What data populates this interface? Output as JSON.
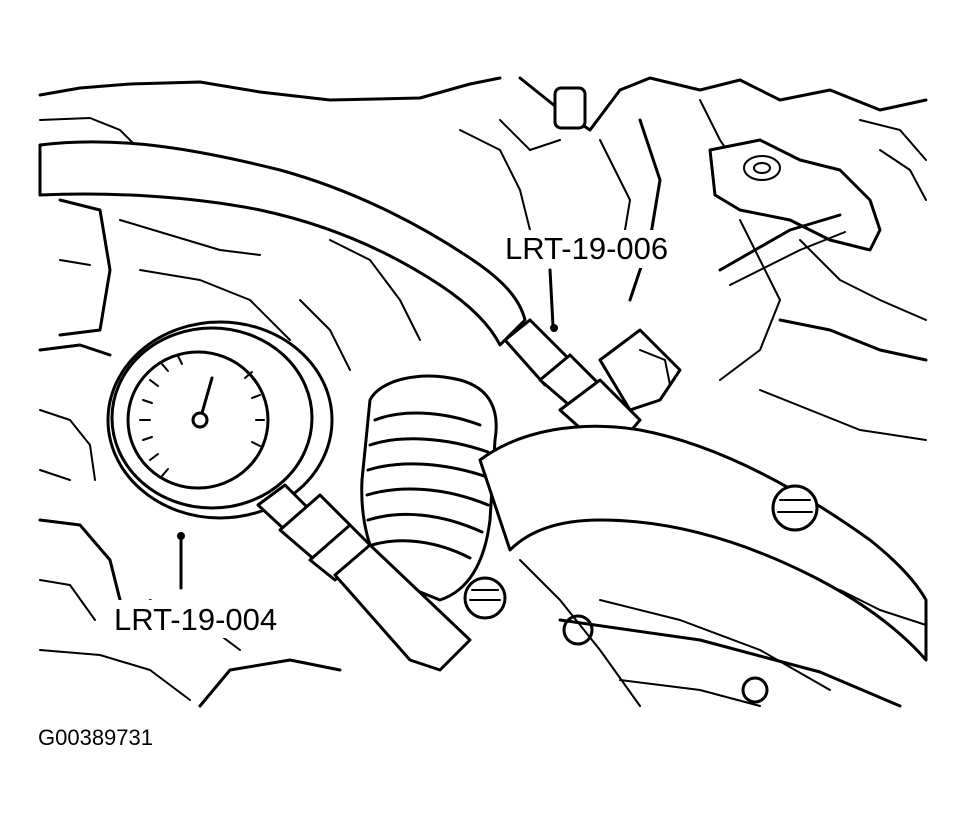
{
  "callouts": {
    "tool_upper": "LRT-19-006",
    "tool_lower": "LRT-19-004"
  },
  "figure_id": "G00389731",
  "colors": {
    "line": "#000000",
    "background": "#ffffff"
  }
}
